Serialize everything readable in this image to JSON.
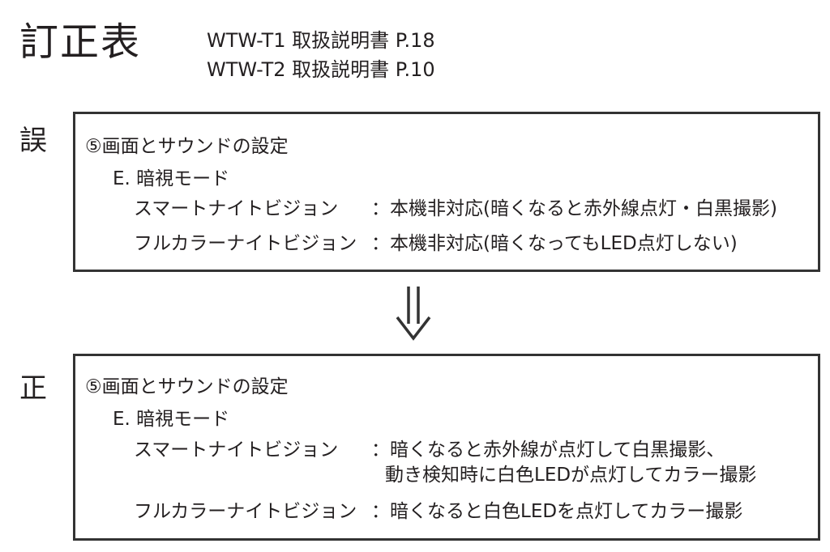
{
  "header": {
    "title": "訂正表",
    "manuals": [
      "WTW-T1 取扱説明書 P.18",
      "WTW-T2 取扱説明書 P.10"
    ]
  },
  "incorrect": {
    "mark": "誤",
    "section": "⑤画面とサウンドの設定",
    "subsection": "E. 暗視モード",
    "rows": [
      {
        "label": "スマートナイトビジョン",
        "value": "：本機非対応(暗くなると赤外線点灯・白黒撮影)"
      },
      {
        "label": "フルカラーナイトビジョン",
        "value": "：本機非対応(暗くなってもLED点灯しない)"
      }
    ]
  },
  "arrow_icon": "down-arrow-icon",
  "correct": {
    "mark": "正",
    "section": "⑤画面とサウンドの設定",
    "subsection": "E. 暗視モード",
    "rows": [
      {
        "label": "スマートナイトビジョン",
        "value": "：暗くなると赤外線が点灯して白黒撮影、",
        "value2": "動き検知時に白色LEDが点灯してカラー撮影"
      },
      {
        "label": "フルカラーナイトビジョン",
        "value": "：暗くなると白色LEDを点灯してカラー撮影"
      }
    ]
  }
}
